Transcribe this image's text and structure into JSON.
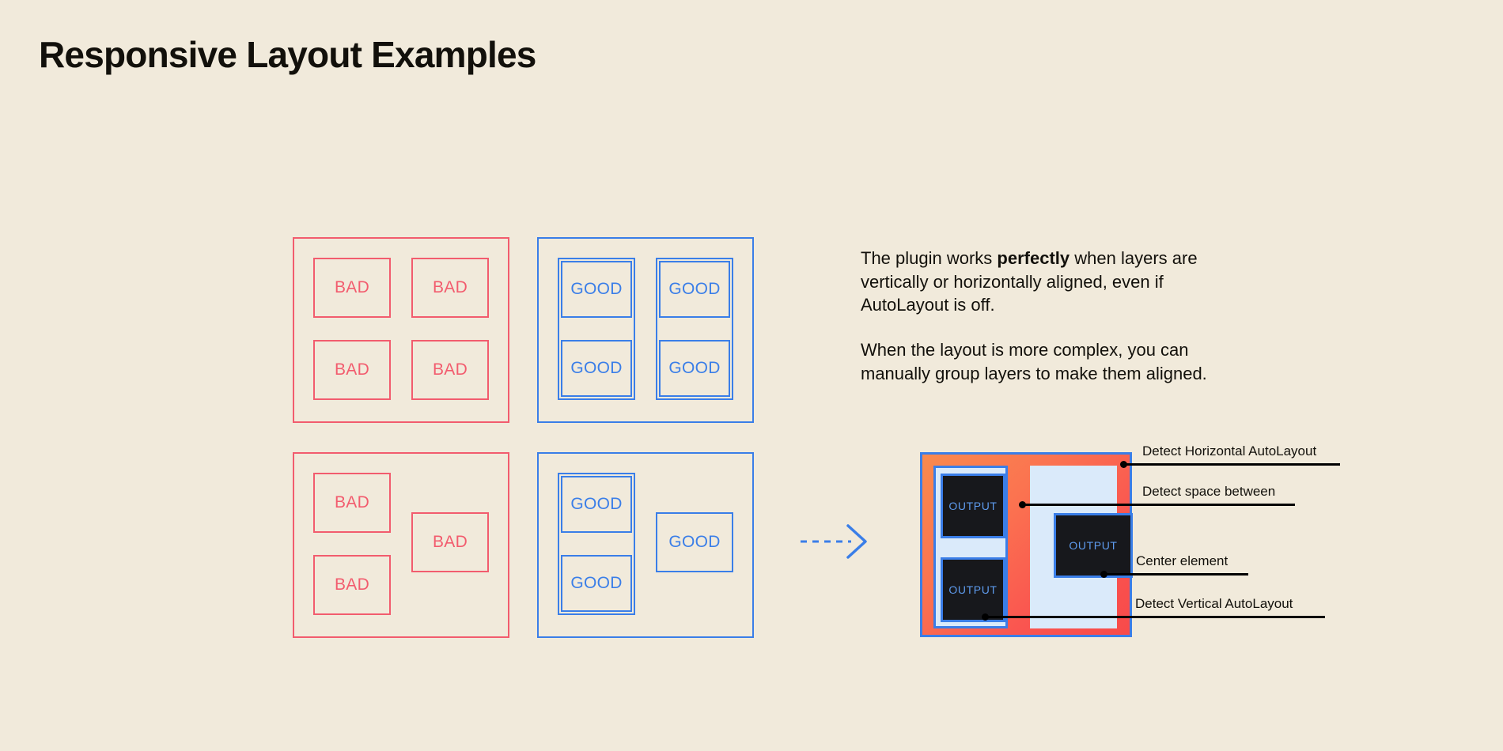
{
  "page": {
    "title": "Responsive Layout Examples",
    "background_color": "#F1EADB",
    "text_color": "#12100B",
    "bad_color": "#F25C6E",
    "good_color": "#3A7EE8"
  },
  "examples": {
    "bad_label": "BAD",
    "good_label": "GOOD",
    "top_left": {
      "kind": "bad",
      "description": "four unaligned boxes in a loose 2x2",
      "items": [
        "BAD",
        "BAD",
        "BAD",
        "BAD"
      ]
    },
    "top_right": {
      "kind": "good",
      "description": "two grouped columns each with two stacked boxes",
      "groups": [
        [
          "GOOD",
          "GOOD"
        ],
        [
          "GOOD",
          "GOOD"
        ]
      ]
    },
    "bottom_left": {
      "kind": "bad",
      "description": "three boxes with no alignment",
      "items": [
        "BAD",
        "BAD",
        "BAD"
      ]
    },
    "bottom_right": {
      "kind": "good",
      "description": "two stacked boxes grouped plus one standalone box",
      "groups": [
        [
          "GOOD",
          "GOOD"
        ]
      ],
      "standalone": [
        "GOOD"
      ]
    }
  },
  "arrow": {
    "icon": "dashed-arrow-right-icon",
    "color": "#3A7EE8",
    "style": "dashed"
  },
  "copy": {
    "paragraph_1_before": "The plugin works ",
    "paragraph_1_bold": "perfectly",
    "paragraph_1_after": " when layers are vertically or horizontally aligned, even if AutoLayout is off.",
    "paragraph_2": "When the layout is more complex, you can manually group layers to make them aligned."
  },
  "diagram": {
    "output_label": "OUTPUT",
    "frame_border_color": "#3A7EE8",
    "frame_fill_start": "#F98A4E",
    "frame_fill_end": "#F84A4A",
    "panel_color": "#DAEAFA",
    "output_fill": "#17181C",
    "output_text_color": "#5E9BEE",
    "outputs": [
      "OUTPUT",
      "OUTPUT",
      "OUTPUT"
    ],
    "callouts": [
      {
        "label": "Detect Horizontal AutoLayout"
      },
      {
        "label": "Detect space between"
      },
      {
        "label": "Center element"
      },
      {
        "label": "Detect Vertical AutoLayout"
      }
    ]
  }
}
